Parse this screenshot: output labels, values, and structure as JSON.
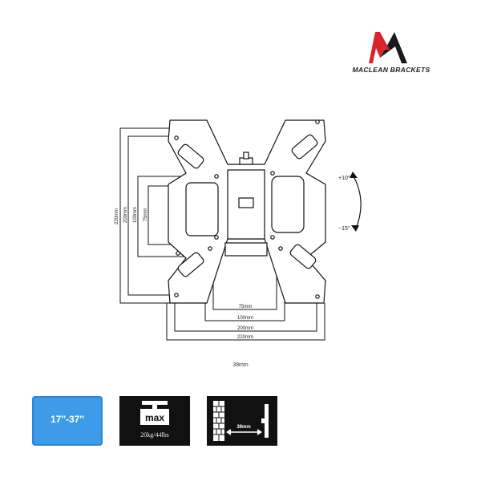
{
  "brand": {
    "name": "MACLEAN BRACKETS",
    "logo_colors": {
      "letter_red": "#d8232a",
      "letter_dark": "#1a1a1a"
    }
  },
  "diagram": {
    "vertical_dims": [
      "220mm",
      "200mm",
      "100mm",
      "75mm"
    ],
    "horizontal_dims": [
      "75mm",
      "100mm",
      "200mm",
      "220mm"
    ],
    "tilt_up": "+10°",
    "tilt_down": "−15°",
    "depth_label": "39mm"
  },
  "badges": {
    "screen_size": {
      "text": "17''-37''",
      "color": "#3d9be9"
    },
    "max_load": {
      "title": "max",
      "text": "20kg/44lbs"
    },
    "wall_distance": {
      "text": "39mm",
      "icon": "wall-distance-icon"
    }
  }
}
